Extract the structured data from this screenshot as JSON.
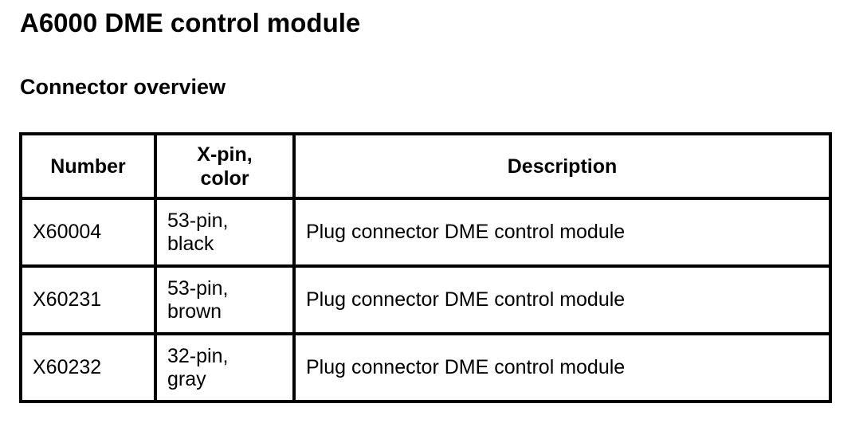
{
  "page": {
    "title": "A6000 DME control module",
    "subtitle": "Connector overview"
  },
  "connector_table": {
    "headers": {
      "number": "Number",
      "pin_color": "X-pin,\ncolor",
      "description": "Description"
    },
    "rows": [
      {
        "number": "X60004",
        "pin_color": "53-pin,\nblack",
        "description": "Plug connector DME control module"
      },
      {
        "number": "X60231",
        "pin_color": "53-pin,\nbrown",
        "description": "Plug connector DME control module"
      },
      {
        "number": "X60232",
        "pin_color": "32-pin,\ngray",
        "description": "Plug connector DME control module"
      }
    ]
  },
  "colors": {
    "text": "#000000",
    "background": "#ffffff",
    "table_border": "#000000"
  }
}
